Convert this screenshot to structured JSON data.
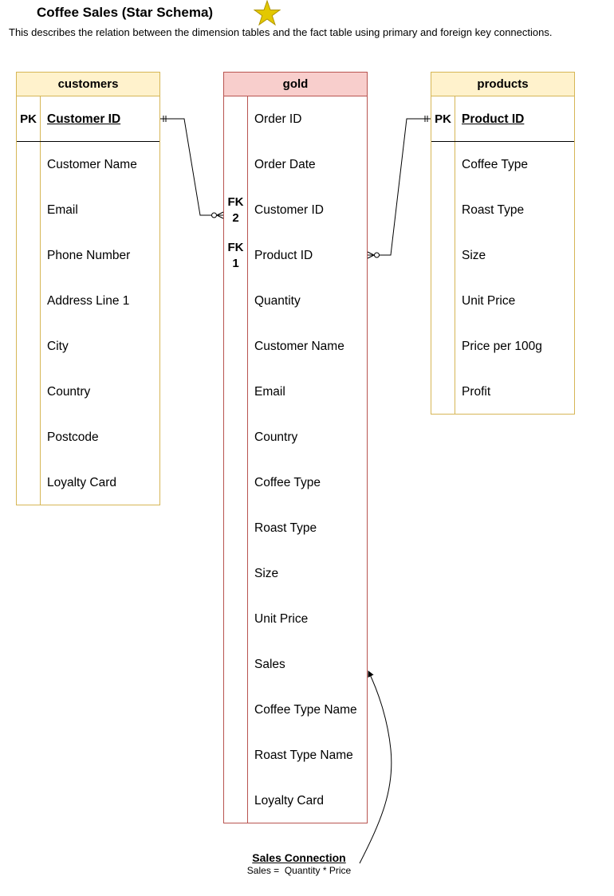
{
  "title": "Coffee Sales (Star Schema)",
  "description": "This describes the relation between the dimension tables and the fact table using primary and foreign key connections.",
  "colors": {
    "dimension_header": "#fff2cc",
    "dimension_border": "#d6b656",
    "fact_header": "#f8cecc",
    "fact_border": "#b85450",
    "star_fill": "#e3c800"
  },
  "icons": {
    "title_icon": "star-icon"
  },
  "customers": {
    "name": "customers",
    "pk": {
      "key": "PK",
      "label": "Customer ID"
    },
    "fields": [
      "Customer Name",
      "Email",
      "Phone Number",
      "Address Line 1",
      "City",
      "Country",
      "Postcode",
      "Loyalty Card"
    ]
  },
  "gold": {
    "name": "gold",
    "fields": [
      {
        "key": "",
        "label": "Order ID"
      },
      {
        "key": "",
        "label": "Order Date"
      },
      {
        "key": "FK\n2",
        "label": "Customer ID"
      },
      {
        "key": "FK\n1",
        "label": "Product ID"
      },
      {
        "key": "",
        "label": "Quantity"
      },
      {
        "key": "",
        "label": "Customer Name"
      },
      {
        "key": "",
        "label": "Email"
      },
      {
        "key": "",
        "label": "Country"
      },
      {
        "key": "",
        "label": "Coffee Type"
      },
      {
        "key": "",
        "label": "Roast Type"
      },
      {
        "key": "",
        "label": "Size"
      },
      {
        "key": "",
        "label": "Unit Price"
      },
      {
        "key": "",
        "label": "Sales"
      },
      {
        "key": "",
        "label": "Coffee Type Name"
      },
      {
        "key": "",
        "label": "Roast Type Name"
      },
      {
        "key": "",
        "label": "Loyalty Card"
      }
    ]
  },
  "products": {
    "name": "products",
    "pk": {
      "key": "PK",
      "label": "Product ID"
    },
    "fields": [
      "Coffee Type",
      "Roast Type",
      "Size",
      "Unit Price",
      "Price per 100g",
      "Profit"
    ]
  },
  "note": {
    "title": "Sales Connection",
    "formula": "Sales =  Quantity * Price"
  }
}
